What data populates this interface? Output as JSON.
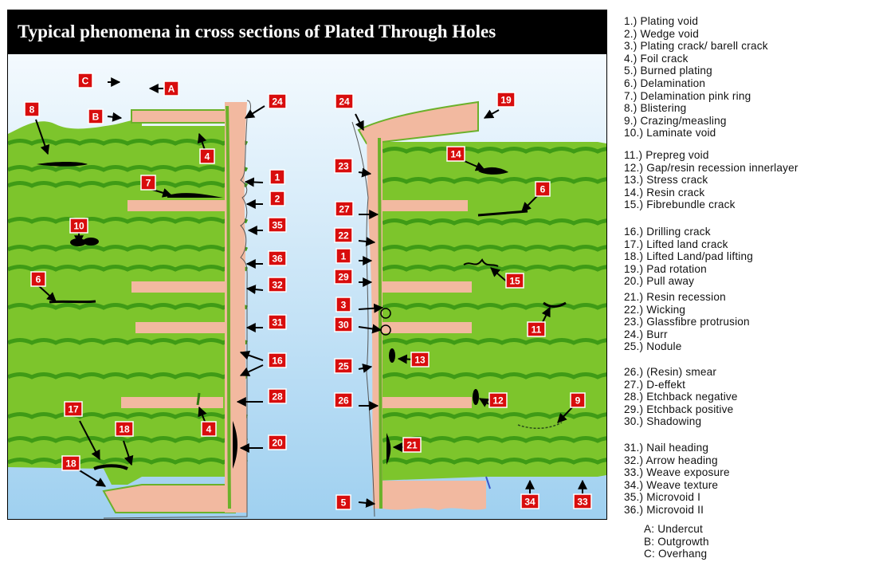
{
  "title": "Typical phenomena in cross sections of Plated Through Holes",
  "legend": {
    "group1": [
      "1.) Plating void",
      "2.) Wedge void",
      "3.) Plating crack/ barell crack",
      "4.) Foil crack",
      "5.) Burned plating",
      "6.) Delamination",
      "7.) Delamination pink ring",
      "8.) Blistering",
      "9.) Crazing/measling",
      "10.) Laminate void"
    ],
    "group2": [
      "11.) Prepreg void",
      "12.) Gap/resin recession innerlayer",
      "13.) Stress crack",
      "14.) Resin crack",
      "15.) Fibrebundle crack"
    ],
    "group3": [
      "16.) Drilling crack",
      "17.) Lifted land crack",
      "18.) Lifted Land/pad lifting",
      "19.) Pad rotation",
      "20.) Pull away"
    ],
    "group4": [
      "21.) Resin recession",
      "22.) Wicking",
      "23.) Glassfibre protrusion",
      "24.) Burr",
      "25.) Nodule"
    ],
    "group5": [
      "26.) (Resin) smear",
      "27.) D-effekt",
      "28.) Etchback negative",
      "29.) Etchback positive",
      "30.) Shadowing"
    ],
    "group6": [
      "31.) Nail heading",
      "32.) Arrow heading",
      "33.) Weave exposure",
      "34.) Weave texture",
      "35.) Microvoid I",
      "36.) Microvoid II"
    ],
    "group7": [
      "A: Undercut",
      "B: Outgrowth",
      "C: Overhang"
    ]
  },
  "labels": {
    "left": [
      "C",
      "A",
      "B",
      "8",
      "24",
      "4",
      "7",
      "1",
      "2",
      "10",
      "35",
      "36",
      "6",
      "32",
      "31",
      "16",
      "28",
      "4",
      "17",
      "18",
      "20",
      "18"
    ],
    "right": [
      "24",
      "19",
      "23",
      "14",
      "27",
      "6",
      "22",
      "1",
      "29",
      "15",
      "3",
      "30",
      "11",
      "13",
      "25",
      "26",
      "12",
      "9",
      "21",
      "5",
      "34",
      "33"
    ]
  },
  "colors": {
    "laminate": "#7dc52c",
    "laminate_dark": "#3f9b16",
    "copper": "#f2b9a0",
    "plating": "#8cc63f",
    "label_box": "#d80d0d",
    "background": "#dff0fb",
    "title_bar": "#000000"
  }
}
